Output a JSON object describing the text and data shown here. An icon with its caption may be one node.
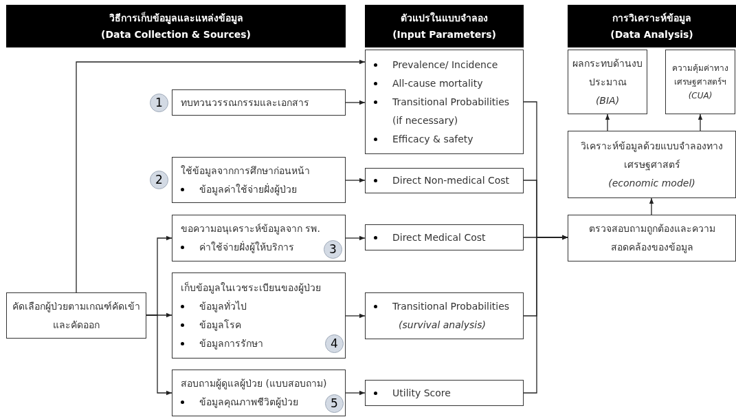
{
  "diagram": {
    "nodes": [
      {
        "text": [
          "วิธีการเก็บข้อมูลและแหล่งข้อมูล",
          "(Data Collection & Sources)"
        ]
      },
      {
        "text": [
          "ตัวแปรในแบบจำลอง",
          "(Input Parameters)"
        ]
      },
      {
        "text": [
          "การวิเคราะห์ข้อมูล",
          "(Data Analysis)"
        ]
      },
      {
        "text": [
          "Prevalence/ Incidence",
          "All-cause mortality",
          "Transitional Probabilities (if necessary)",
          "Efficacy & safety"
        ]
      },
      {
        "text": [
          "ผลกระทบด้านงบประมาณ",
          "(BIA)"
        ]
      },
      {
        "text": [
          "ความคุ้มค่าทางเศรษฐศาสตร์ฯ",
          "(CUA)"
        ]
      },
      {
        "text": [
          "1"
        ]
      },
      {
        "text": [
          "ทบทวนวรรณกรรมและเอกสาร"
        ]
      },
      {
        "text": [
          "วิเคราะห์ข้อมูลด้วยแบบจำลองทางเศรษฐศาสตร์",
          "(economic model)"
        ]
      },
      {
        "text": [
          "2"
        ]
      },
      {
        "text": [
          "ใช้ข้อมูลจากการศึกษาก่อนหน้า",
          "ข้อมูลค่าใช้จ่ายฝั่งผู้ป่วย"
        ]
      },
      {
        "text": [
          "Direct Non-medical Cost"
        ]
      },
      {
        "text": [
          "ตรวจสอบถามถูกต้องและความสอดคล้องของข้อมูล"
        ]
      },
      {
        "text": [
          "ขอความอนุเคราะห์ข้อมูลจาก รพ.",
          "ค่าใช้จ่ายฝั่งผู้ให้บริการ"
        ]
      },
      {
        "text": [
          "3"
        ],
        "in": 13
      },
      {
        "text": [
          "Direct Medical Cost"
        ]
      },
      {
        "text": [
          "คัดเลือกผู้ป่วยตามเกณฑ์คัดเข้าและคัดออก"
        ]
      },
      {
        "text": [
          "เก็บข้อมูลในเวชระเบียนของผู้ป่วย",
          "ข้อมูลทั่วไป",
          "ข้อมูลโรค",
          "ข้อมูลการรักษา"
        ]
      },
      {
        "text": [
          "4"
        ],
        "in": 17
      },
      {
        "text": [
          "Transitional Probabilities",
          "(survival analysis)"
        ]
      },
      {
        "text": [
          "สอบถามผู้ดูแลผู้ป่วย (แบบสอบถาม)",
          "ข้อมูลคุณภาพชีวิตผู้ป่วย"
        ]
      },
      {
        "text": [
          "5"
        ],
        "in": 20
      },
      {
        "text": [
          "Utility Score"
        ]
      }
    ],
    "edges": [
      {
        "from": 16,
        "to": 3,
        "arrow": "to"
      },
      {
        "from": 7,
        "to": 3,
        "arrow": "to"
      },
      {
        "from": 10,
        "to": 11,
        "arrow": "to"
      },
      {
        "from": 16,
        "to": 13,
        "arrow": "to"
      },
      {
        "from": 16,
        "to": 17,
        "arrow": "to"
      },
      {
        "from": 16,
        "to": 20,
        "arrow": "to"
      },
      {
        "from": 13,
        "to": 15,
        "arrow": "to"
      },
      {
        "from": 17,
        "to": 19,
        "arrow": "to"
      },
      {
        "from": 20,
        "to": 22,
        "arrow": "to"
      },
      {
        "from": 3,
        "to": 12,
        "arrow": "to"
      },
      {
        "from": 11,
        "to": 12,
        "arrow": "to"
      },
      {
        "from": 15,
        "to": 12,
        "arrow": "to"
      },
      {
        "from": 19,
        "to": 12,
        "arrow": "to"
      },
      {
        "from": 22,
        "to": 12,
        "arrow": "to"
      },
      {
        "from": 12,
        "to": 8,
        "arrow": "to"
      },
      {
        "from": 8,
        "to": 4,
        "arrow": "to"
      },
      {
        "from": 8,
        "to": 5,
        "arrow": "to"
      }
    ]
  }
}
